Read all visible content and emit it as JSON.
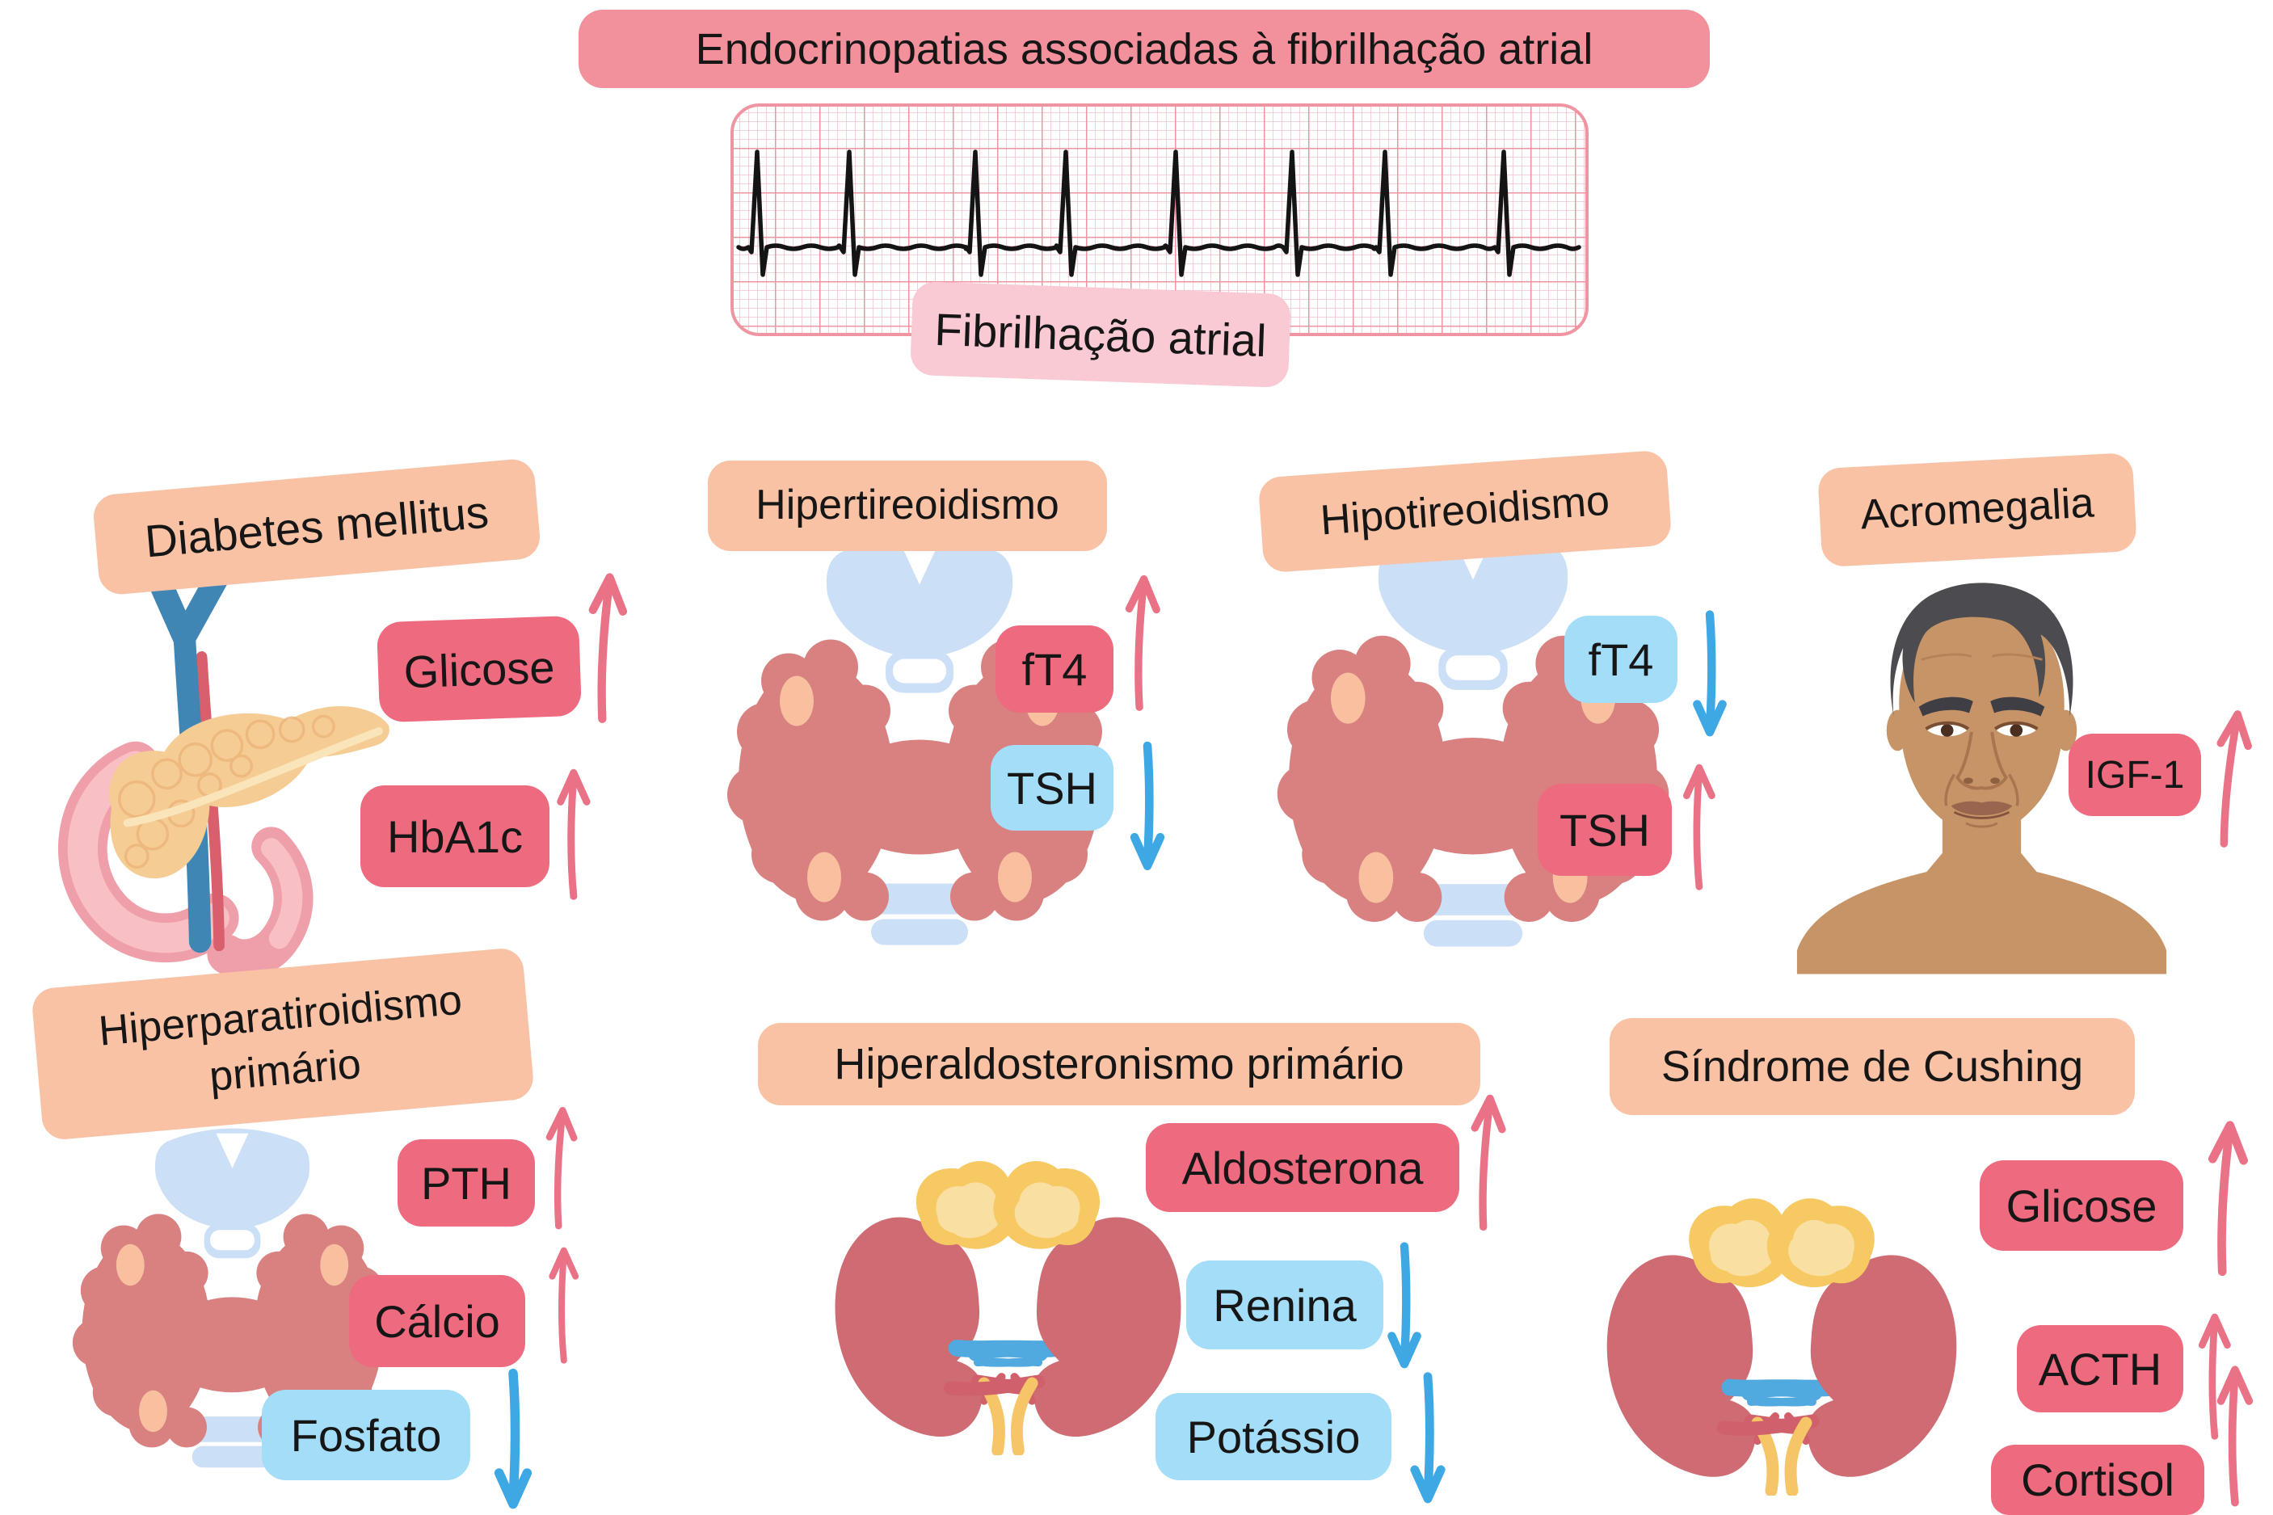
{
  "title": "Endocrinopatias associadas à fibrilhação atrial",
  "ecg_label": "Fibrilhação atrial",
  "colors": {
    "banner": "#F2919B",
    "label_pink": "#F9CAD3",
    "header_peach": "#F9C2A5",
    "chip_red": "#ED6A7F",
    "chip_blue": "#A3DDF8",
    "arrow_up": "#E97287",
    "arrow_down": "#3EA8E5",
    "ecg_grid_light": "#F5C3CB",
    "ecg_grid_heavy": "#EE95A1",
    "text": "#161616"
  },
  "panels": [
    {
      "title": "Diabetes mellitus",
      "organ": "pancreas",
      "chips": [
        {
          "label": "Glicose",
          "color": "red",
          "direction": "up"
        },
        {
          "label": "HbA1c",
          "color": "red",
          "direction": "up"
        }
      ]
    },
    {
      "title": "Hipertireoidismo",
      "organ": "thyroid",
      "chips": [
        {
          "label": "fT4",
          "color": "red",
          "direction": "up"
        },
        {
          "label": "TSH",
          "color": "blue",
          "direction": "down"
        }
      ]
    },
    {
      "title": "Hipotireoidismo",
      "organ": "thyroid",
      "chips": [
        {
          "label": "fT4",
          "color": "blue",
          "direction": "down"
        },
        {
          "label": "TSH",
          "color": "red",
          "direction": "up"
        }
      ]
    },
    {
      "title": "Acromegalia",
      "organ": "face",
      "chips": [
        {
          "label": "IGF-1",
          "color": "red",
          "direction": "up"
        }
      ]
    },
    {
      "title": "Hiperparatiroidismo primário",
      "organ": "thyroid",
      "chips": [
        {
          "label": "PTH",
          "color": "red",
          "direction": "up"
        },
        {
          "label": "Cálcio",
          "color": "red",
          "direction": "up"
        },
        {
          "label": "Fosfato",
          "color": "blue",
          "direction": "down"
        }
      ]
    },
    {
      "title": "Hiperaldosteronismo primário",
      "organ": "kidneys",
      "chips": [
        {
          "label": "Aldosterona",
          "color": "red",
          "direction": "up"
        },
        {
          "label": "Renina",
          "color": "blue",
          "direction": "down"
        },
        {
          "label": "Potássio",
          "color": "blue",
          "direction": "down"
        }
      ]
    },
    {
      "title": "Síndrome de Cushing",
      "organ": "kidneys",
      "chips": [
        {
          "label": "Glicose",
          "color": "red",
          "direction": "up"
        },
        {
          "label": "ACTH",
          "color": "red",
          "direction": "up"
        },
        {
          "label": "Cortisol",
          "color": "red",
          "direction": "up"
        }
      ]
    }
  ]
}
